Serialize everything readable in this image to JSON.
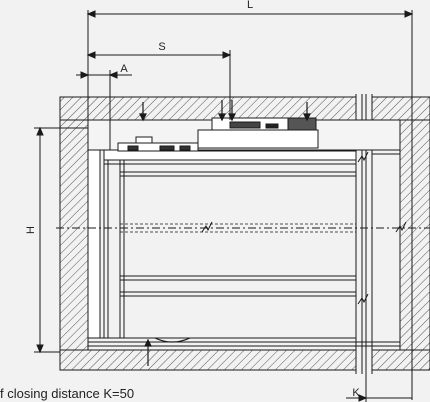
{
  "labels": {
    "L": "L",
    "S": "S",
    "A": "A",
    "H": "H",
    "K": "K"
  },
  "caption": "f closing distance K=50",
  "colors": {
    "background": "#f2f2f2",
    "line": "#1a1a1a",
    "hatch": "#555555"
  }
}
